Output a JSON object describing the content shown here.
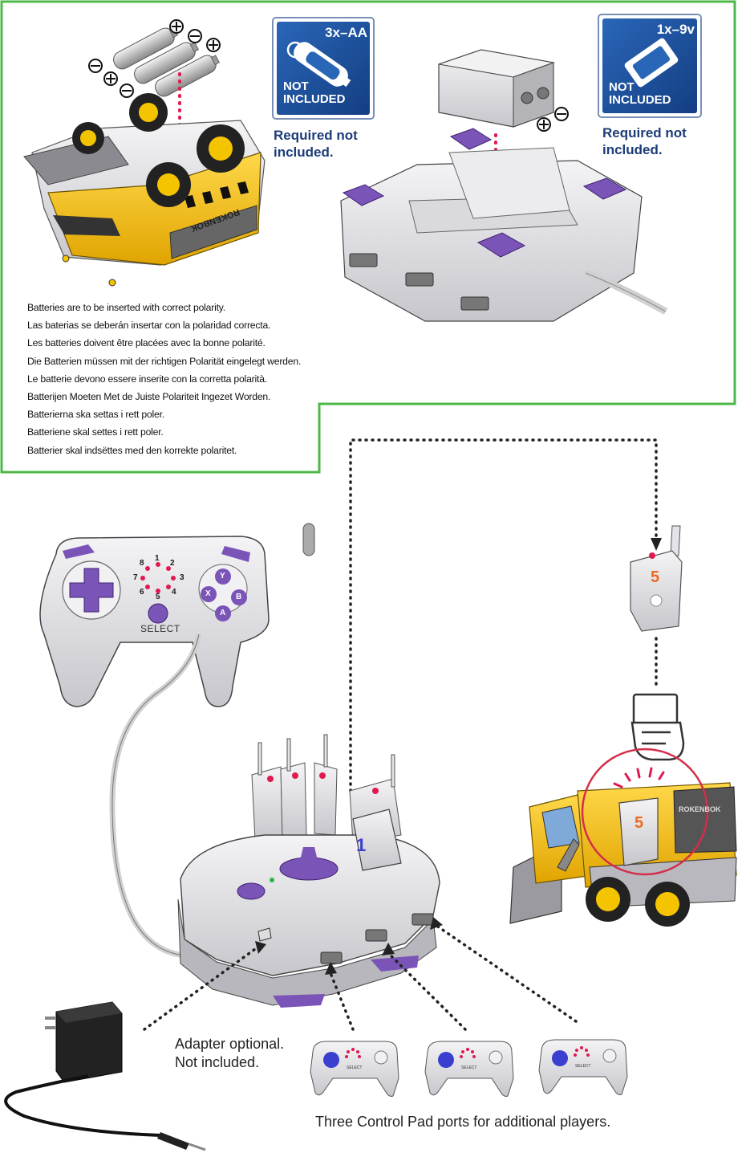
{
  "battery_polarity": {
    "lines": [
      "Batteries are to be inserted with correct polarity.",
      "Las baterias se deberán insertar con la polaridad correcta.",
      "Les batteries doivent être placées avec la bonne polarité.",
      "Die Batterien müssen mit der richtigen Polarität eingelegt werden.",
      "Le batterie devono essere inserite con la corretta polarità.",
      "Batterijen Moeten Met de Juiste Polariteit Ingezet Worden.",
      "Batterierna ska settas i rett poler.",
      "Batteriene skal settes i rett poler.",
      "Batterier skal indsëttes med den korrekte polaritet."
    ]
  },
  "badges": {
    "aa": {
      "count": "3x–AA",
      "not_included_line1": "NOT",
      "not_included_line2": "INCLUDED",
      "caption_line1": "Required not",
      "caption_line2": "included."
    },
    "nine_volt": {
      "count": "1x–9v",
      "not_included_line1": "NOT",
      "not_included_line2": "INCLUDED",
      "caption_line1": "Required not",
      "caption_line2": "included."
    }
  },
  "controller": {
    "select_label": "SELECT",
    "channel_numbers": [
      "1",
      "2",
      "3",
      "4",
      "5",
      "6",
      "7",
      "8"
    ],
    "face_buttons": [
      "Y",
      "X",
      "B",
      "A"
    ]
  },
  "small_controllers": {
    "select_label": "SELECT"
  },
  "brand": {
    "logo": "ROKENBOK"
  },
  "key_number": "5",
  "hub_key_number": "1",
  "captions": {
    "adapter_line1": "Adapter optional.",
    "adapter_line2": "Not included.",
    "ports": "Three Control Pad ports for additional players."
  },
  "colors": {
    "frame_green": "#4db848",
    "accent_purple": "#7b54b8",
    "badge_blue": "#1d4f9c",
    "dot_red": "#e0194f",
    "vehicle_yellow": "#f5c400",
    "circle_red": "#d42e4a"
  }
}
